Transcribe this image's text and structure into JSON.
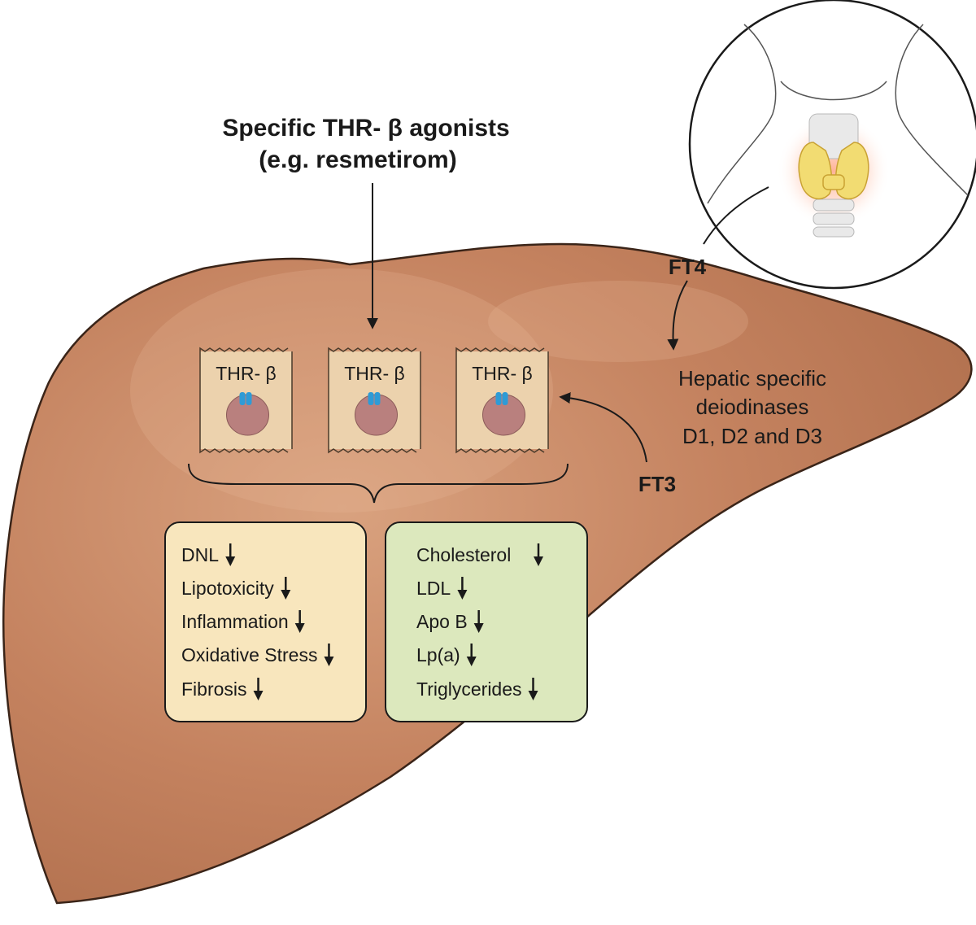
{
  "title": {
    "line1": "Specific THR- β agonists",
    "line2": "(e.g. resmetirom)"
  },
  "cells": [
    {
      "label": "THR- β"
    },
    {
      "label": "THR- β"
    },
    {
      "label": "THR- β"
    }
  ],
  "hormones": {
    "ft4": "FT4",
    "ft3": "FT3"
  },
  "deiodinases": {
    "line1": "Hepatic specific",
    "line2": "deiodinases",
    "line3": "D1, D2 and D3"
  },
  "effects_left": {
    "color": "#f8e6bd",
    "items": [
      "DNL",
      "Lipotoxicity",
      "Inflammation",
      "Oxidative Stress",
      "Fibrosis"
    ]
  },
  "effects_right": {
    "color": "#dce8bd",
    "items": [
      "Cholesterol",
      "LDL",
      "Apo B",
      "Lp(a)",
      "Triglycerides"
    ]
  },
  "colors": {
    "liver": "#bd7a58",
    "liver_outline": "#3a2418",
    "cell_fill": "#ecd2ad",
    "nucleus": "#b9807e",
    "receptor": "#2e9bd6",
    "thyroid": "#f2dc72"
  }
}
